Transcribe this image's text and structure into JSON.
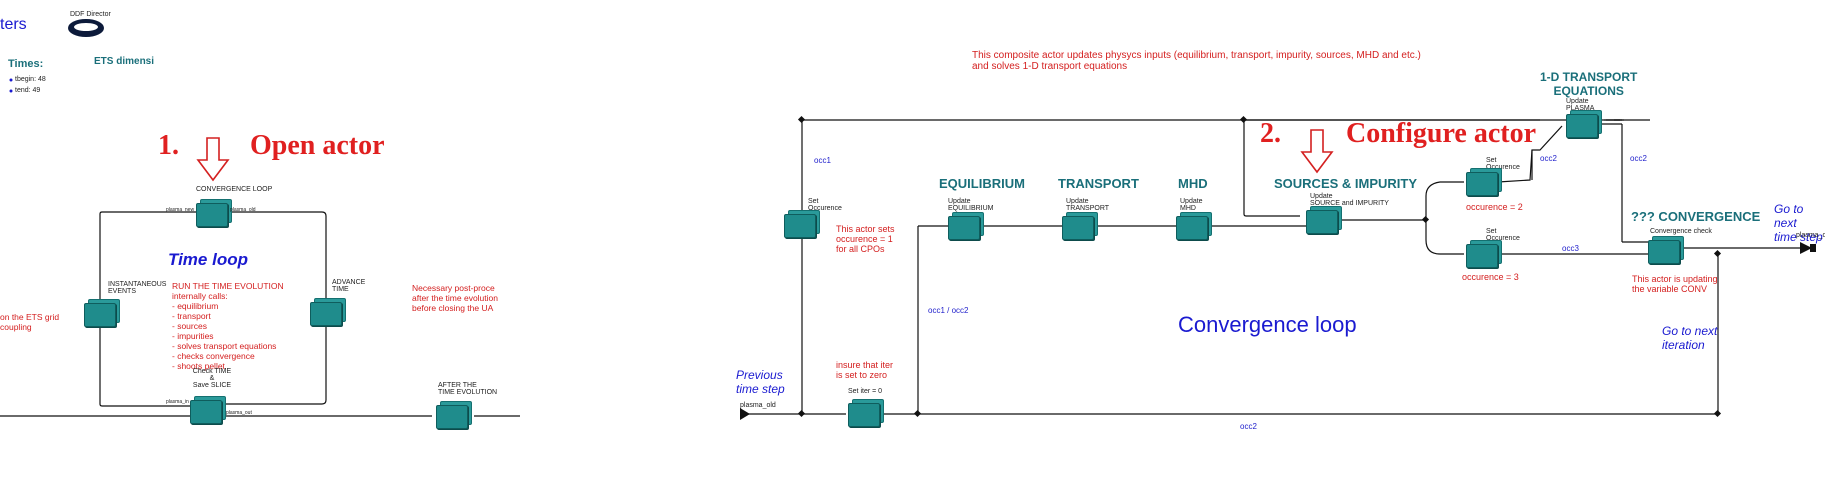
{
  "left": {
    "title_fragment": "ters",
    "director_label": "DDF Director",
    "times_label": "Times:",
    "tbegin": "tbegin: 48",
    "tend": "tend: 49",
    "ets_dimensions": "ETS dimensi",
    "callout_number": "1.",
    "callout_text": "Open actor",
    "convergence_loop_label": "CONVERGENCE   LOOP",
    "time_loop_title": "Time loop",
    "run_notes": [
      "RUN THE TIME EVOLUTION",
      "internally calls:",
      "- equilibrium",
      "- transport",
      "- sources",
      "- impurities",
      "- solves transport equations",
      "- checks convergence",
      "- shoots pellet"
    ],
    "instantaneous_events": [
      "INSTANTANEOUS",
      "EVENTS"
    ],
    "advance_time": [
      "ADVANCE",
      "TIME"
    ],
    "check_time": [
      "Check TIME",
      "&",
      "Save SLICE"
    ],
    "after_time_evolution": [
      "AFTER THE",
      "TIME EVOLUTION"
    ],
    "post_process_note": [
      "Necessary post-proce",
      "after the time evolution",
      "before closing the UA"
    ],
    "left_cut_note": [
      "on the ETS grid",
      "coupling"
    ],
    "port_labels": {
      "plasma_new": "plasma_new",
      "plasma_old": "plasma_old",
      "plasma_out": "plasma_out",
      "plasma_in": "plasma_in"
    }
  },
  "right": {
    "description": [
      "This composite actor updates physycs inputs (equilibrium, transport, impurity, sources, MHD and etc.)",
      "and solves 1-D transport equations"
    ],
    "callout_number": "2.",
    "callout_text": "Configure actor",
    "headings": {
      "equilibrium": "EQUILIBRIUM",
      "transport": "TRANSPORT",
      "mhd": "MHD",
      "sources": "SOURCES & IMPURITY",
      "transport_1d": [
        "1-D TRANSPORT",
        "EQUATIONS"
      ],
      "convergence": "??? CONVERGENCE"
    },
    "actors": {
      "set_occurence": [
        "Set",
        "Occurence"
      ],
      "update_equilibrium": [
        "Update",
        "EQUILIBRIUM"
      ],
      "update_transport": [
        "Update",
        "TRANSPORT"
      ],
      "update_mhd": [
        "Update",
        "MHD"
      ],
      "update_sources": [
        "Update",
        "SOURCE and IMPURITY"
      ],
      "update_plasma": [
        "Update",
        "PLASMA"
      ],
      "set_occurence_2": [
        "Set",
        "Occurence"
      ],
      "set_occurence_3": [
        "Set",
        "Occurence"
      ],
      "convergence_check": "Convergence check",
      "set_iter": "Set iter = 0"
    },
    "notes": {
      "occurence_1": [
        "This actor sets",
        "occurence = 1",
        "for all CPOs"
      ],
      "occurence_2": "occurence = 2",
      "occurence_3": "occurence = 3",
      "iter_zero": [
        "insure that iter",
        "is set to zero"
      ],
      "conv_update": [
        "This actor is updating",
        "the variable CONV"
      ]
    },
    "links": {
      "occ1": "occ1",
      "occ2": "occ2",
      "occ3": "occ3",
      "occ1_occ2": "occ1 / occ2"
    },
    "convergence_loop_title": "Convergence loop",
    "previous_time_step": [
      "Previous",
      "time step"
    ],
    "go_next_iteration": [
      "Go to next",
      "iteration"
    ],
    "go_next_time_step": [
      "Go to next",
      "time step"
    ],
    "plasma_old_label": "plasma_old",
    "plasma_out_edge": "plasma_o"
  }
}
